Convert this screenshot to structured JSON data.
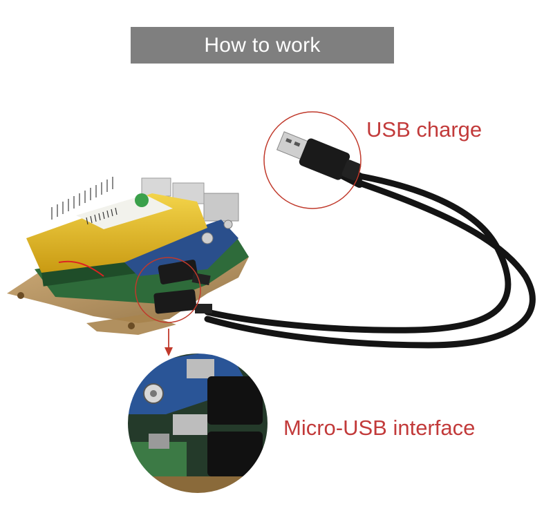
{
  "title": "How to work",
  "labels": {
    "usb_charge": "USB charge",
    "micro_usb": "Micro-USB interface"
  },
  "colors": {
    "banner": "#7f7f7f",
    "label_red": "#c23a3a",
    "circle_red": "#c0392b",
    "cable": "#141414",
    "battery": "#e8c020",
    "pcb_green": "#2e6b3a",
    "pcb_blue": "#2a4f8c",
    "acrylic": "#b8915a"
  }
}
